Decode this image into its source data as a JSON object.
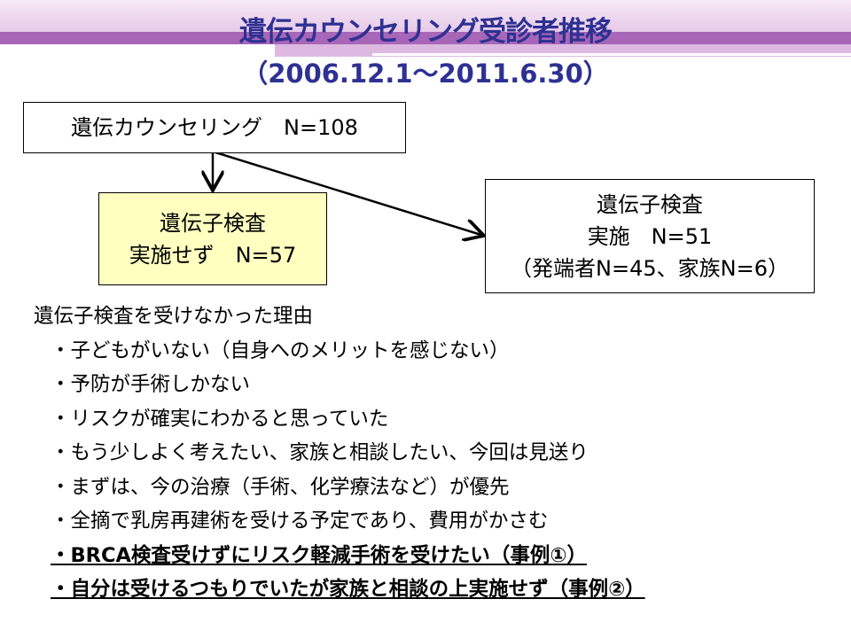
{
  "title": "遺伝カウンセリング受診者推移",
  "subtitle": "（2006.12.1～2011.6.30）",
  "flow": {
    "counseling": "遺伝カウンセリング　N=108",
    "not_tested_line1": "遺伝子検査",
    "not_tested_line2": "実施せず　N=57",
    "tested_line1": "遺伝子検査",
    "tested_line2": "実施　N=51",
    "tested_line3": "（発端者N=45、家族N=6）"
  },
  "reasons": {
    "heading": "遺伝子検査を受けなかった理由",
    "items": [
      "・子どもがいない（自身へのメリットを感じない）",
      "・予防が手術しかない",
      "・リスクが確実にわかると思っていた",
      "・もう少しよく考えたい、家族と相談したい、今回は見送り",
      "・まずは、今の治療（手術、化学療法など）が優先",
      "・全摘で乳房再建術を受ける予定であり、費用がかさむ",
      "・BRCA検査受けずにリスク軽減手術を受けたい（事例①）",
      "・自分は受けるつもりでいたが家族と相談の上実施せず（事例②）"
    ]
  },
  "colors": {
    "title": "#2e3192",
    "band": "#a866b8",
    "highlight_box": "#ffffc0"
  }
}
